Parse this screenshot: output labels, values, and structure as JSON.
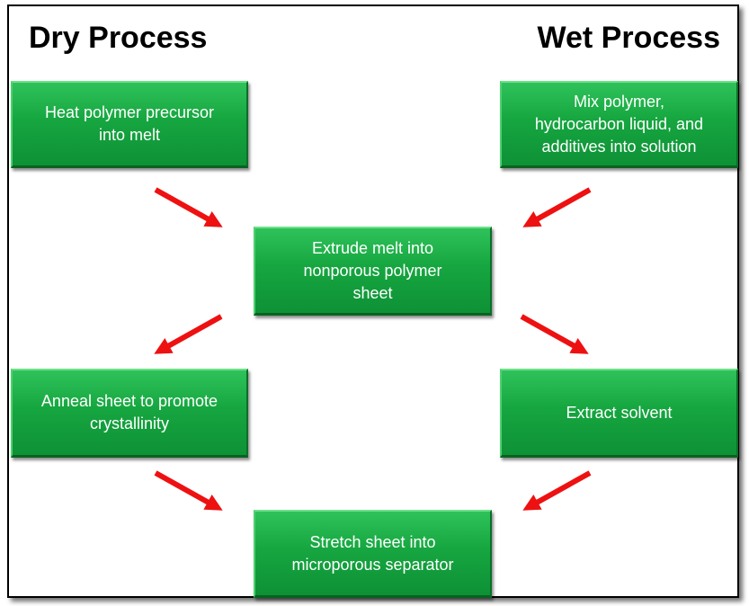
{
  "headings": {
    "dry": "Dry Process",
    "wet": "Wet Process"
  },
  "steps": {
    "dry_1": [
      "Heat polymer precursor",
      "into melt"
    ],
    "wet_1": [
      "Mix polymer,",
      "hydrocarbon liquid, and",
      "additives into solution"
    ],
    "center_1": [
      "Extrude melt into",
      "nonporous polymer",
      "sheet"
    ],
    "dry_2": [
      "Anneal sheet to promote",
      "crystallinity"
    ],
    "wet_2": [
      "Extract solvent"
    ],
    "center_2": [
      "Stretch sheet into",
      "microporous separator"
    ]
  },
  "colors": {
    "box_fill": "#16a640",
    "box_text": "#ffffff",
    "arrow": "#ee1111",
    "frame": "#000000"
  }
}
